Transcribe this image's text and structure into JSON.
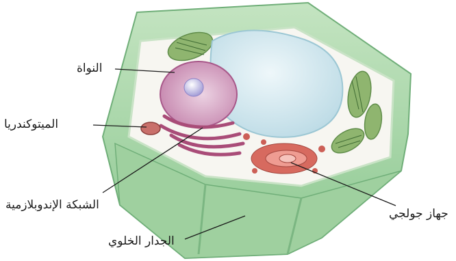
{
  "labels": {
    "nucleus": "النواة",
    "mitochondria": "الميتوكندريا",
    "endoplasmic_reticulum": "الشبكة الإندوبلازمية",
    "golgi": "جهاز جولجي",
    "cell_wall": "الجدار الخلوي"
  },
  "colors": {
    "cell_wall": "#a8d6a6",
    "cell_wall_dark": "#7fbf86",
    "cytoplasm": "#f7f6f1",
    "vacuole": "#cfe6ee",
    "nucleus": "#d9a9c9",
    "nucleolus": "#b7b3e0",
    "er": "#a94c78",
    "golgi": "#d76a5f",
    "chloroplast": "#8fb56f",
    "leader_line": "#1a1a1a"
  }
}
